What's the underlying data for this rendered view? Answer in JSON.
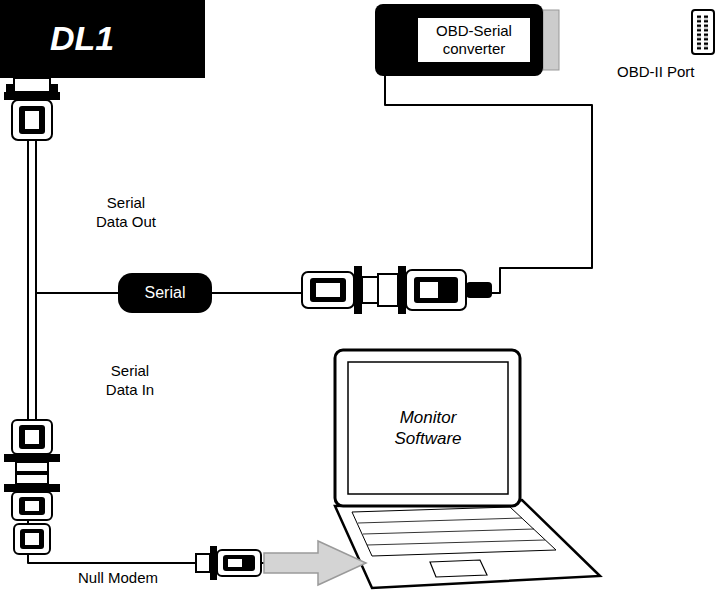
{
  "diagram": {
    "nodes": [
      {
        "text": [
          "DL1"
        ]
      },
      {
        "text": [
          "OBD-Serial converter"
        ]
      },
      {
        "text": [
          "Serial"
        ]
      },
      {
        "text": [
          "Monitor Software"
        ]
      }
    ],
    "edges": [
      {
        "from": 1,
        "to": 2,
        "arrow": "none"
      },
      {
        "from": 2,
        "to": 0,
        "arrow": "none"
      },
      {
        "from": 0,
        "to": 3,
        "arrow": "none"
      }
    ],
    "labels": [
      "Serial Data Out",
      "Serial Data In",
      "Null Modem",
      "OBD-II Port"
    ]
  }
}
